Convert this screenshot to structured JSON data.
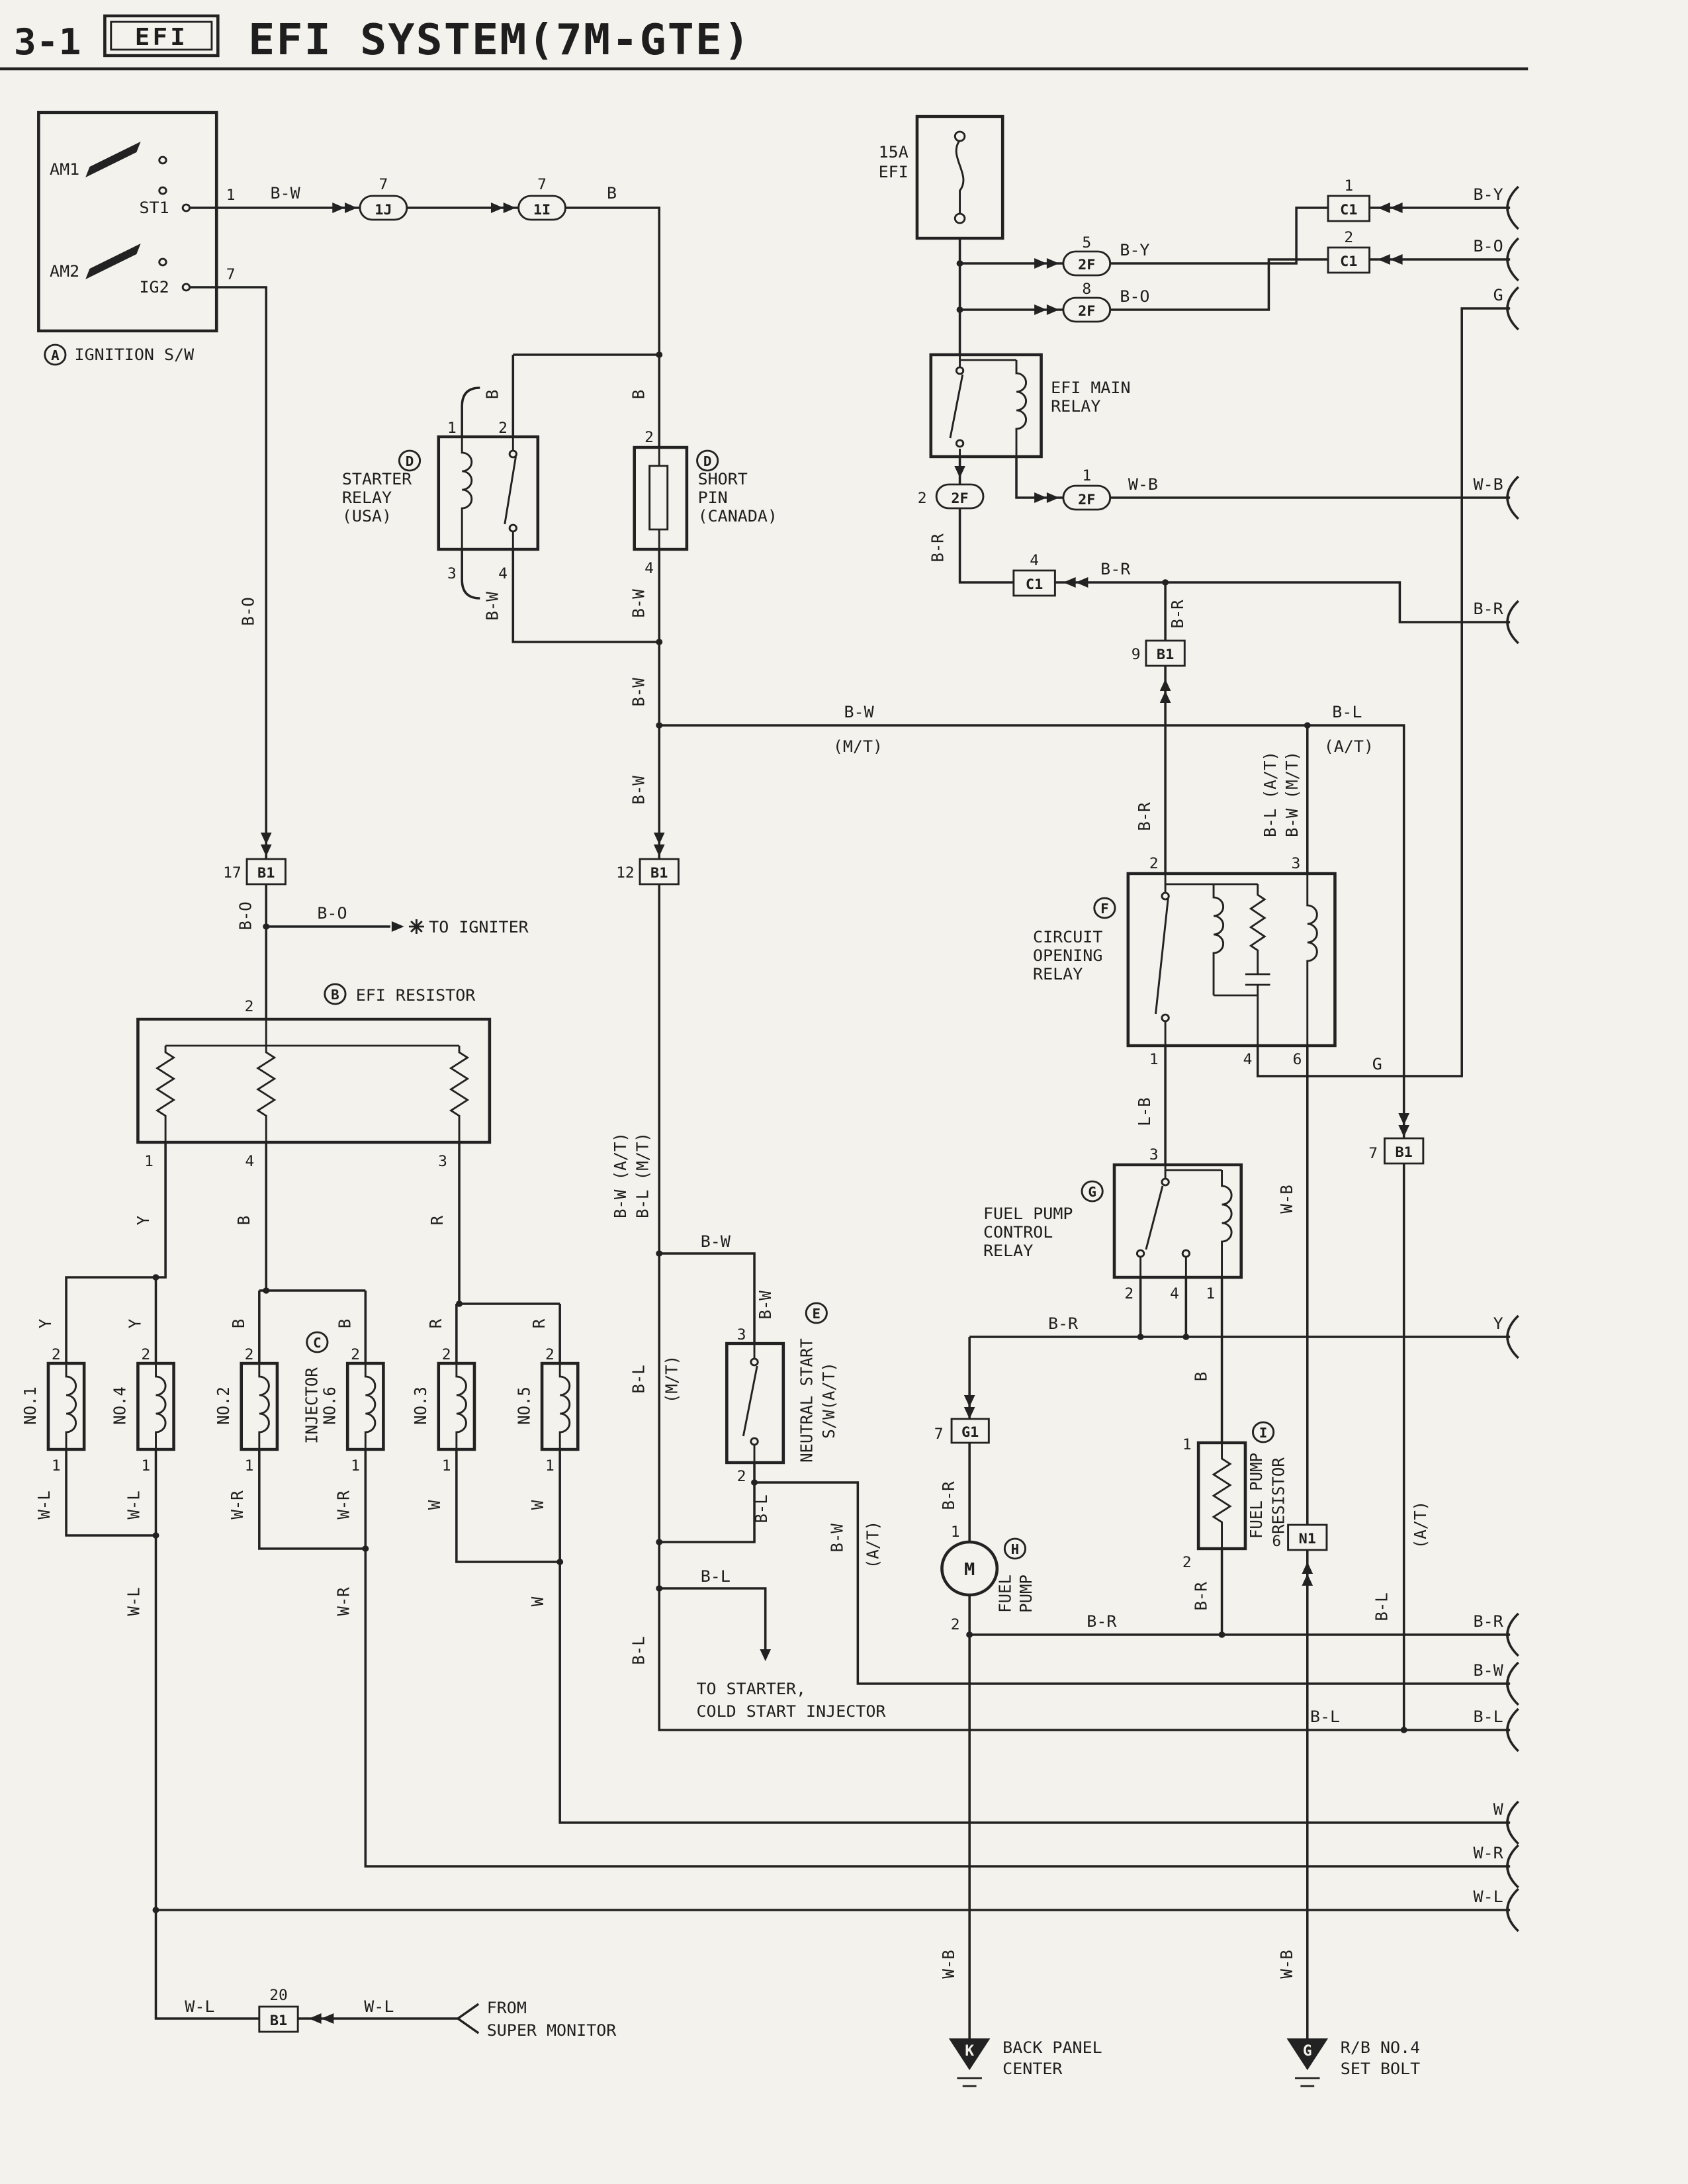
{
  "header": {
    "page_ref": "3-1",
    "logo": "EFI",
    "title": "EFI SYSTEM(7M-GTE)"
  },
  "ignition_switch": {
    "callout": "A",
    "label": "IGNITION S/W",
    "am1": "AM1",
    "st1": "ST1",
    "am2": "AM2",
    "ig2": "IG2",
    "pin_st1": "1",
    "pin_ig2": "7"
  },
  "fuse": {
    "rating": "15A",
    "name": "EFI"
  },
  "efi_main_relay": {
    "name1": "EFI MAIN",
    "name2": "RELAY"
  },
  "starter_relay": {
    "callout": "D",
    "name1": "STARTER",
    "name2": "RELAY",
    "name3": "(USA)",
    "pin1": "1",
    "pin2": "2",
    "pin3": "3",
    "pin4": "4"
  },
  "short_pin": {
    "callout": "D",
    "name1": "SHORT",
    "name2": "PIN",
    "name3": "(CANADA)",
    "pin2": "2",
    "pin4": "4"
  },
  "efi_resistor": {
    "callout": "B",
    "name": "EFI RESISTOR",
    "pin_top": "2",
    "pin1": "1",
    "pin4": "4",
    "pin3": "3"
  },
  "injectors": {
    "callout": "C",
    "name": "INJECTOR",
    "pin_top": "2",
    "pin_bottom": "1",
    "units": [
      "NO.1",
      "NO.4",
      "NO.2",
      "NO.6",
      "NO.3",
      "NO.5"
    ]
  },
  "neutral_start_sw": {
    "callout": "E",
    "name1": "NEUTRAL START",
    "name2": "S/W(A/T)",
    "pin3": "3",
    "pin2": "2"
  },
  "circuit_opening_relay": {
    "callout": "F",
    "name1": "CIRCUIT",
    "name2": "OPENING",
    "name3": "RELAY",
    "pin2": "2",
    "pin3": "3",
    "pin1": "1",
    "pin4": "4",
    "pin6": "6"
  },
  "fuel_pump_control_relay": {
    "callout": "G",
    "name1": "FUEL PUMP",
    "name2": "CONTROL",
    "name3": "RELAY",
    "pin3": "3",
    "pin2": "2",
    "pin4": "4",
    "pin1": "1"
  },
  "fuel_pump": {
    "callout": "H",
    "name1": "FUEL",
    "name2": "PUMP",
    "motor": "M",
    "pin1": "1",
    "pin2": "2"
  },
  "fuel_pump_resistor": {
    "callout": "I",
    "name1": "FUEL PUMP",
    "name2": "RESISTOR",
    "pin1": "1",
    "pin2": "2"
  },
  "connectors": {
    "j1": {
      "id": "1J",
      "pin": "7"
    },
    "i1": {
      "id": "1I",
      "pin": "7"
    },
    "f2_5": {
      "id": "2F",
      "pin": "5"
    },
    "f2_8": {
      "id": "2F",
      "pin": "8"
    },
    "f2_2": {
      "id": "2F",
      "pin": "2"
    },
    "f2_1": {
      "id": "2F",
      "pin": "1"
    },
    "c1_1": {
      "id": "C1",
      "pin": "1"
    },
    "c1_2": {
      "id": "C1",
      "pin": "2"
    },
    "c1_4": {
      "id": "C1",
      "pin": "4"
    },
    "b1_17": {
      "id": "B1",
      "pin": "17"
    },
    "b1_12": {
      "id": "B1",
      "pin": "12"
    },
    "b1_9": {
      "id": "B1",
      "pin": "9"
    },
    "b1_7": {
      "id": "B1",
      "pin": "7"
    },
    "b1_20": {
      "id": "B1",
      "pin": "20"
    },
    "g1_7": {
      "id": "G1",
      "pin": "7"
    },
    "n1_6": {
      "id": "N1",
      "pin": "6"
    }
  },
  "wire_labels": {
    "st1_bw": "B-W",
    "top_b": "B",
    "ig2_bo": "B-O",
    "bo_below": "B-O",
    "bo_igniter": "B-O",
    "sr_b": "B",
    "sp_b": "B",
    "sr_bw": "B-W",
    "sp_bw": "B-W",
    "bw_merge": "B-W",
    "bw_b112": "B-W",
    "bw_mt": "B-W",
    "mt_note": "(M/T)",
    "bl_at": "B-L",
    "at_note": "(A/T)",
    "corp3_left": "B-L (A/T)",
    "corp3_right": "B-W (M/T)",
    "b112_at": "B-W (A/T)",
    "b112_mt": "B-L (M/T)",
    "nsw_feed": "B-W",
    "nsw_drop": "B-W",
    "mt_bl": "B-L",
    "mt_bl_note": "(M/T)",
    "nsw_out": "B-L",
    "at_bw": "B-W",
    "at_bw_note": "(A/T)",
    "starter_bl": "B-L",
    "bl_down": "B-L",
    "by_2f": "B-Y",
    "bo_2f": "B-O",
    "by_exit": "B-Y",
    "bo_exit": "B-O",
    "g_exit": "G",
    "wb_2f": "W-B",
    "wb_exit": "W-B",
    "br_2f2": "B-R",
    "br_c14": "B-R",
    "br_exit": "B-R",
    "br_b19_up": "B-R",
    "br_b19_dn": "B-R",
    "lb": "L-B",
    "g_cor": "G",
    "wb_cor": "W-B",
    "res_y": "Y",
    "res_b": "B",
    "res_r": "R",
    "inj_y1": "Y",
    "inj_y2": "Y",
    "inj_b1": "B",
    "inj_b2": "B",
    "inj_r1": "R",
    "inj_r2": "R",
    "inj_wl1": "W-L",
    "inj_wl2": "W-L",
    "inj_wr1": "W-R",
    "inj_wr2": "W-R",
    "inj_w1": "W",
    "inj_w2": "W",
    "wl_cont": "W-L",
    "wr_cont": "W-R",
    "w_cont": "W",
    "fp_br": "B-R",
    "y_exit": "Y",
    "g1_br": "B-R",
    "fpr_b": "B",
    "fpr_br": "B-R",
    "br_row": "B-R",
    "br_exit2": "B-R",
    "bw_exit2": "B-W",
    "bl_mid": "B-L",
    "bl_exit": "B-L",
    "b17_at": "(A/T)",
    "b17_bl": "B-L",
    "w_exit": "W",
    "wr_exit": "W-R",
    "wl_exit": "W-L",
    "wb_k": "W-B",
    "wb_g": "W-B",
    "b120_wl_l": "W-L",
    "b120_wl_r": "W-L"
  },
  "notes": {
    "to_igniter": "TO IGNITER",
    "to_starter1": "TO STARTER,",
    "to_starter2": "COLD START INJECTOR",
    "from_monitor1": "FROM",
    "from_monitor2": "SUPER MONITOR"
  },
  "grounds": {
    "k": {
      "code": "K",
      "name1": "BACK PANEL",
      "name2": "CENTER"
    },
    "g": {
      "code": "G",
      "name1": "R/B NO.4",
      "name2": "SET BOLT"
    }
  }
}
